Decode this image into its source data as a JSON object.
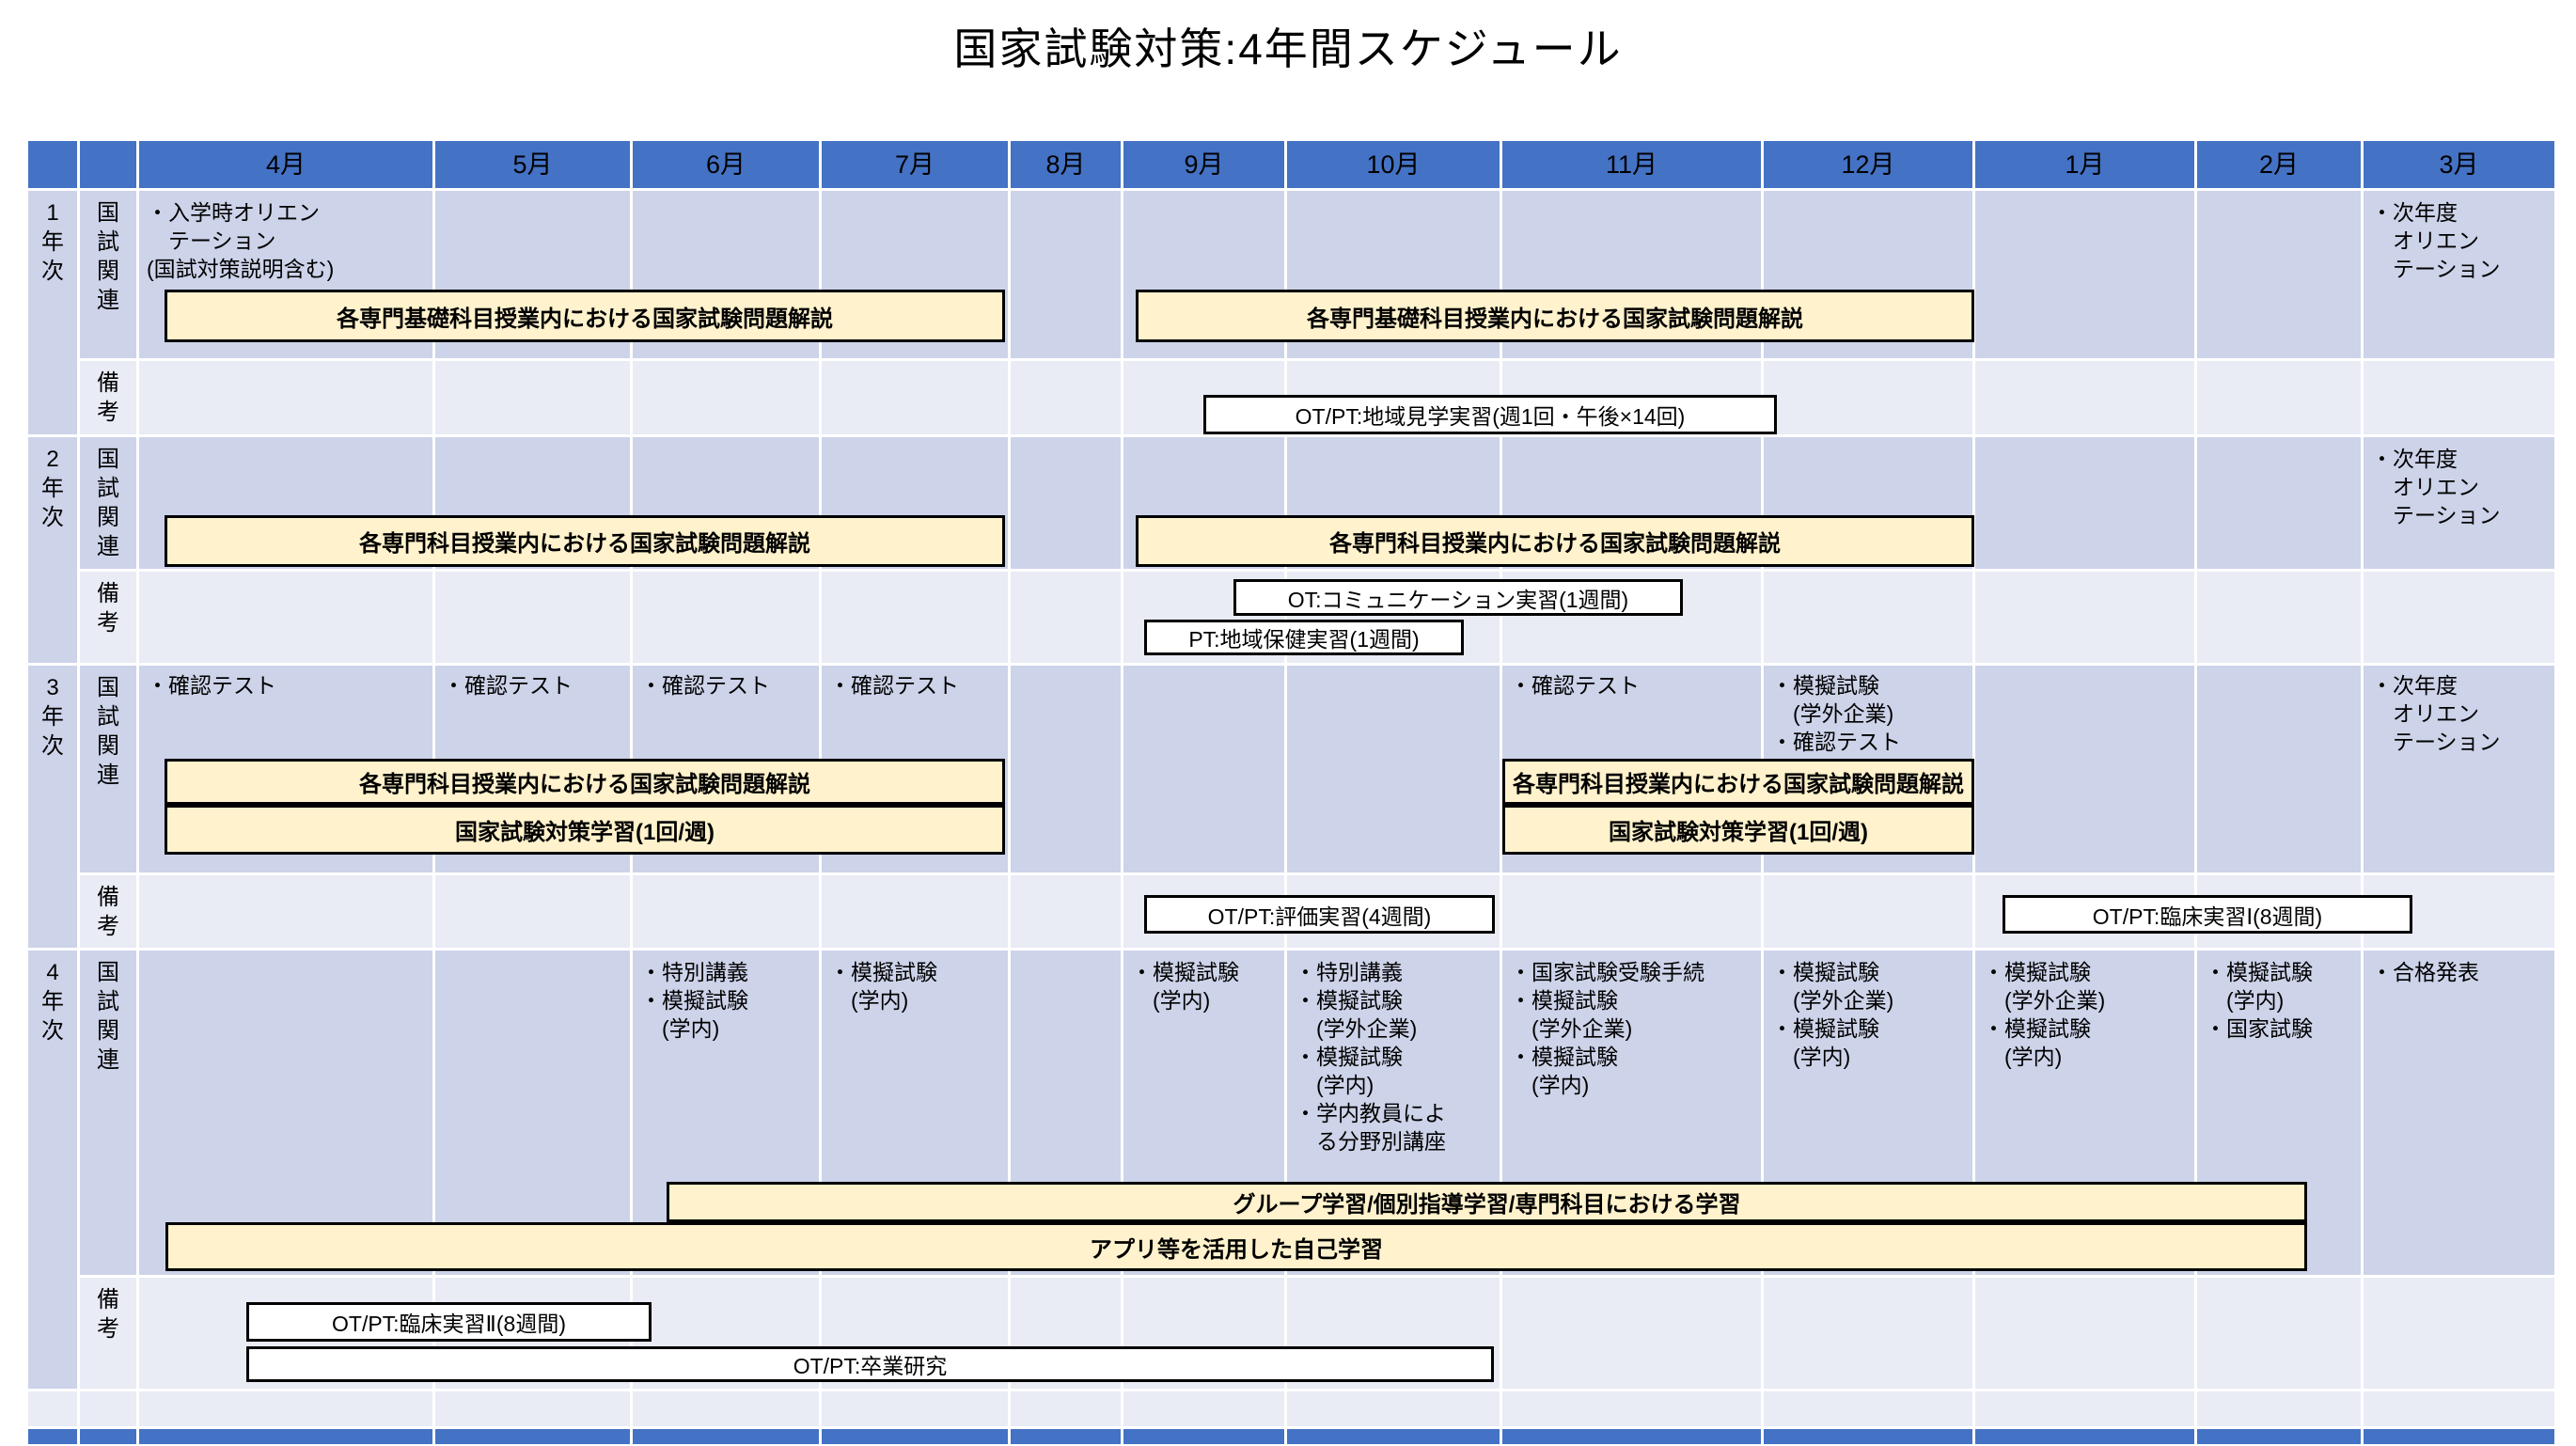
{
  "title": "国家試験対策:4年間スケジュール",
  "months": [
    "4月",
    "5月",
    "6月",
    "7月",
    "8月",
    "9月",
    "10月",
    "11月",
    "12月",
    "1月",
    "2月",
    "3月"
  ],
  "colors": {
    "header_blue": "#4472C4",
    "row_dark": "#CDD3E9",
    "row_light": "#E9EBF5",
    "bar_yellow": "#FFF2CC"
  },
  "y1": {
    "year": "1年次",
    "kokushi": "国試関連",
    "biko": "備考",
    "april": "・入学時オリエン\n　テーション\n(国試対策説明含む)",
    "march": "・次年度\n　オリエン\n　テーション",
    "bar_left": "各専門基礎科目授業内における国家試験問題解説",
    "bar_right": "各専門基礎科目授業内における国家試験問題解説",
    "box_kengaku": "OT/PT:地域見学実習(週1回・午後×14回)"
  },
  "y2": {
    "year": "2年次",
    "kokushi": "国試関連",
    "biko": "備考",
    "march": "・次年度\n　オリエン\n　テーション",
    "bar_left": "各専門科目授業内における国家試験問題解説",
    "bar_right": "各専門科目授業内における国家試験問題解説",
    "box_ot": "OT:コミュニケーション実習(1週間)",
    "box_pt": "PT:地域保健実習(1週間)"
  },
  "y3": {
    "year": "3年次",
    "kokushi": "国試関連",
    "biko": "備考",
    "april": "・確認テスト",
    "may": "・確認テスト",
    "june": "・確認テスト",
    "july": "・確認テスト",
    "november": "・確認テスト",
    "december": "・模擬試験\n　(学外企業)\n・確認テスト",
    "march": "・次年度\n　オリエン\n　テーション",
    "bar_kaisetsu": "各専門科目授業内における国家試験問題解説",
    "bar_gakushu": "国家試験対策学習(1回/週)",
    "box_hyoka": "OT/PT:評価実習(4週間)",
    "box_rinsho1": "OT/PT:臨床実習Ⅰ(8週間)"
  },
  "y4": {
    "year": "4年次",
    "kokushi": "国試関連",
    "biko": "備考",
    "june": "・特別講義\n・模擬試験\n　(学内)",
    "july": "・模擬試験\n　(学内)",
    "september": "・模擬試験\n　(学内)",
    "october": "・特別講義\n・模擬試験\n　(学外企業)\n・模擬試験\n　(学内)\n・学内教員によ\n　る分野別講座",
    "november": "・国家試験受験手続\n・模擬試験\n　(学外企業)\n・模擬試験\n　(学内)",
    "december": "・模擬試験\n　(学外企業)\n・模擬試験\n　(学内)",
    "january": "・模擬試験\n　(学外企業)\n・模擬試験\n　(学内)",
    "february": "・模擬試験\n　(学内)\n・国家試験",
    "march": "・合格発表",
    "bar_group": "グループ学習/個別指導学習/専門科目における学習",
    "bar_app": "アプリ等を活用した自己学習",
    "box_rinsho2": "OT/PT:臨床実習Ⅱ(8週間)",
    "box_sotsugyo": "OT/PT:卒業研究"
  }
}
